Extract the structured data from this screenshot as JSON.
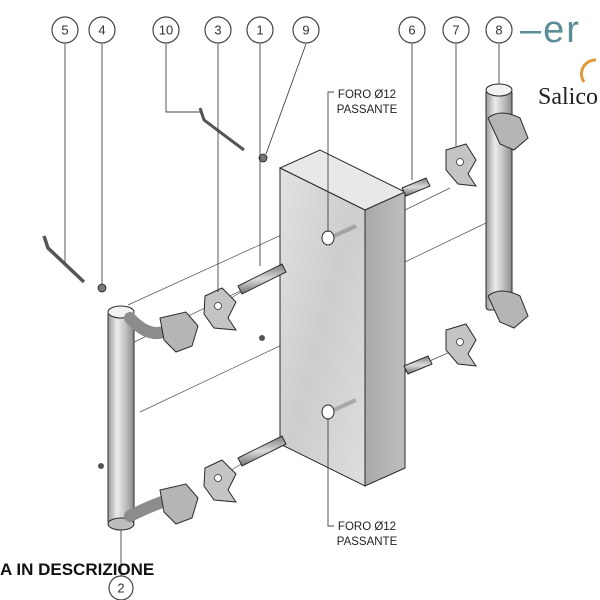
{
  "callouts": [
    {
      "id": "c5",
      "label": "5"
    },
    {
      "id": "c4",
      "label": "4"
    },
    {
      "id": "c10",
      "label": "10"
    },
    {
      "id": "c3",
      "label": "3"
    },
    {
      "id": "c1",
      "label": "1"
    },
    {
      "id": "c9",
      "label": "9"
    },
    {
      "id": "c6",
      "label": "6"
    },
    {
      "id": "c7",
      "label": "7"
    },
    {
      "id": "c8",
      "label": "8"
    },
    {
      "id": "c2",
      "label": "2"
    }
  ],
  "notes": {
    "top": {
      "line1": "FORO Ø12",
      "line2": "PASSANTE"
    },
    "bottom": {
      "line1": "FORO Ø12",
      "line2": "PASSANTE"
    }
  },
  "caption": "A IN DESCRIZIONE",
  "brand": {
    "mark": "–er",
    "name": "Salico"
  },
  "colors": {
    "accent": "#5c8e97",
    "logo_orange": "#e39a3b",
    "metal": "#c9c9c9",
    "panel": "#d8d8d8"
  }
}
